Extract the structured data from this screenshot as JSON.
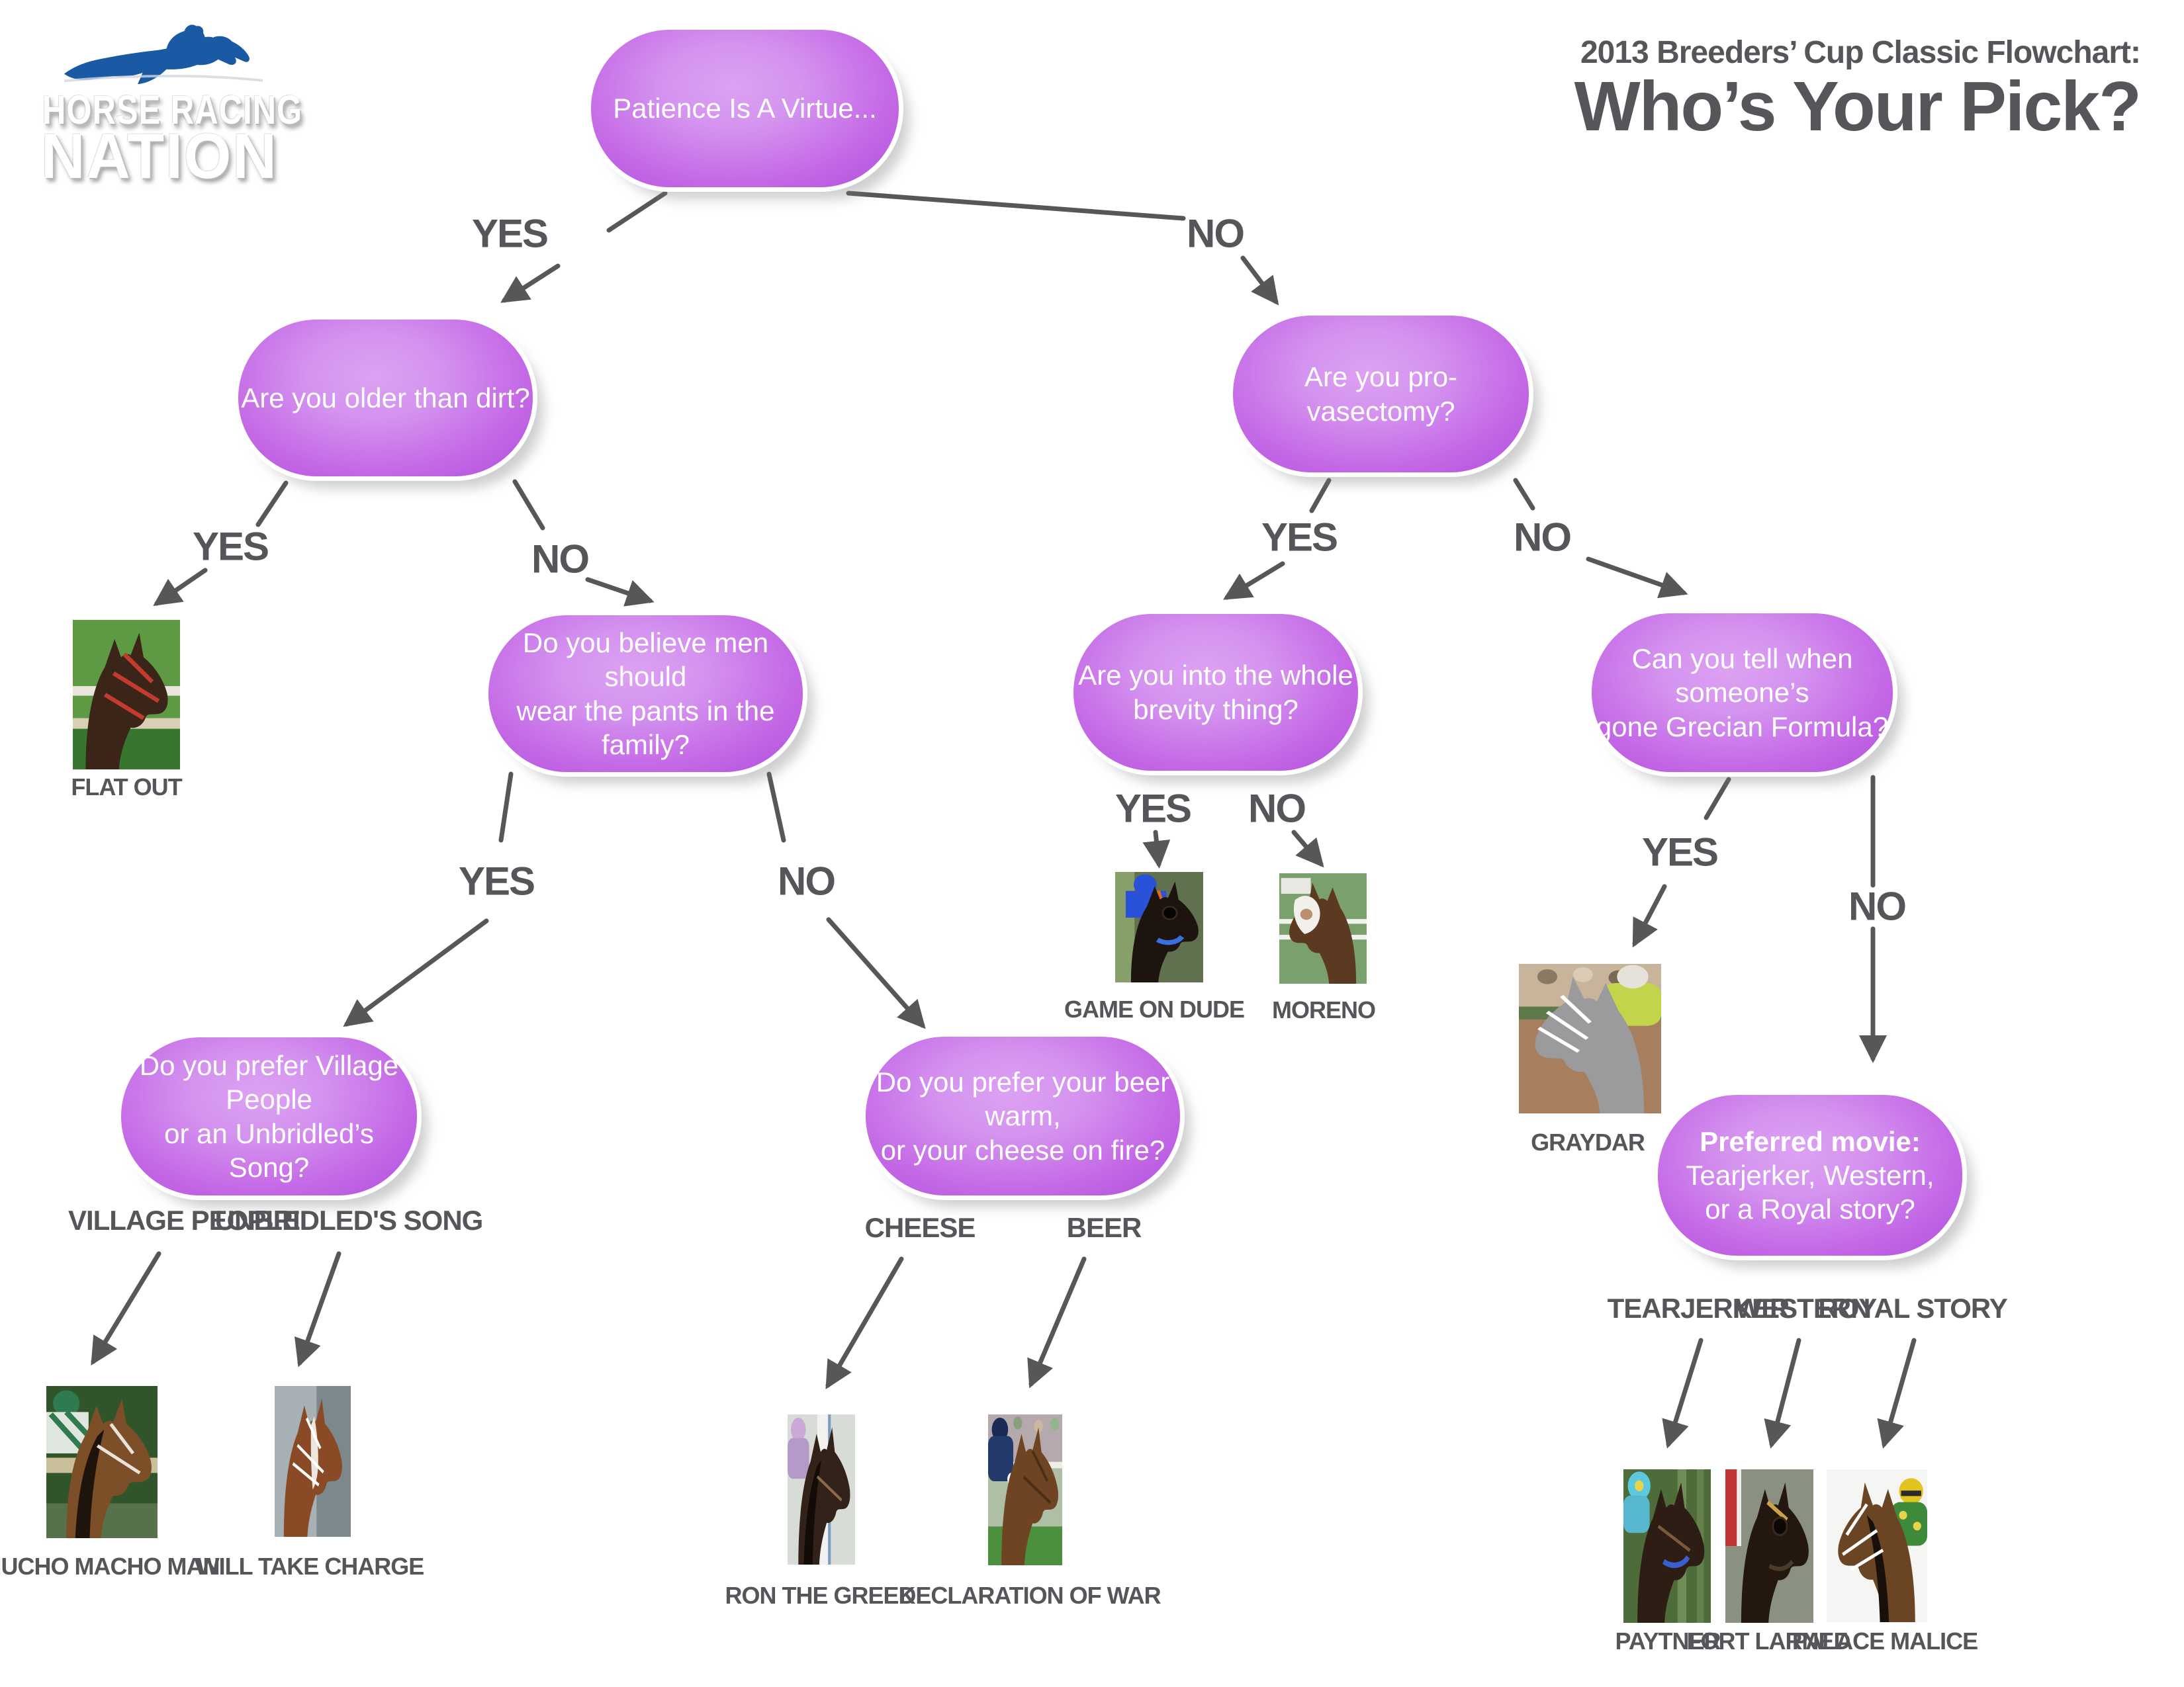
{
  "header": {
    "logo_line1": "HORSE RACING",
    "logo_line2": "NATION",
    "title_line1": "2013 Breeders’ Cup Classic Flowchart:",
    "title_line2": "Who’s Your Pick?"
  },
  "colors": {
    "bubble_center": "#d998f0",
    "bubble_edge": "#b04edd",
    "text_gray": "#58595b",
    "connector_gray": "#575756",
    "logo_blue": "#1a5aa5",
    "bubble_text": "#ffffff"
  },
  "nodes": {
    "root": {
      "line1": "Patience Is A Virtue..."
    },
    "older_dirt": {
      "line1": "Are you older than dirt?"
    },
    "pro_vasectomy": {
      "line1": "Are you pro-vasectomy?"
    },
    "pants": {
      "line1": "Do you believe men should",
      "line2": "wear the pants in the family?"
    },
    "brevity": {
      "line1": "Are you into the whole",
      "line2": "brevity thing?"
    },
    "grecian": {
      "line1": "Can you tell when someone’s",
      "line2": "gone Grecian Formula?"
    },
    "village_song": {
      "line1": "Do you prefer Village People",
      "line2": "or an Unbridled’s Song?"
    },
    "beer_cheese": {
      "line1": "Do you prefer your beer warm,",
      "line2": "or your cheese on fire?"
    },
    "movie": {
      "line1": "Preferred movie:",
      "line2": "Tearjerker, Western,",
      "line3": "or a Royal story?"
    }
  },
  "branch_labels": {
    "yes": "YES",
    "no": "NO",
    "village_people": "VILLAGE PEOPLE",
    "unbridleds_song": "UNBRIDLED'S SONG",
    "cheese": "CHEESE",
    "beer": "BEER",
    "tearjerker": "TEARJERKER",
    "western": "WESTERN",
    "royal_story": "ROYAL STORY"
  },
  "horses": {
    "flat_out": "FLAT OUT",
    "game_on_dude": "GAME ON DUDE",
    "moreno": "MORENO",
    "graydar": "GRAYDAR",
    "mucho_macho_man": "MUCHO MACHO MAN",
    "will_take_charge": "WILL TAKE CHARGE",
    "ron_the_greek": "RON THE GREEK",
    "declaration_of_war": "DECLARATION OF WAR",
    "paytner": "PAYTNER",
    "fort_larned": "FORT LARNED",
    "palace_malice": "PALACE MALICE"
  }
}
